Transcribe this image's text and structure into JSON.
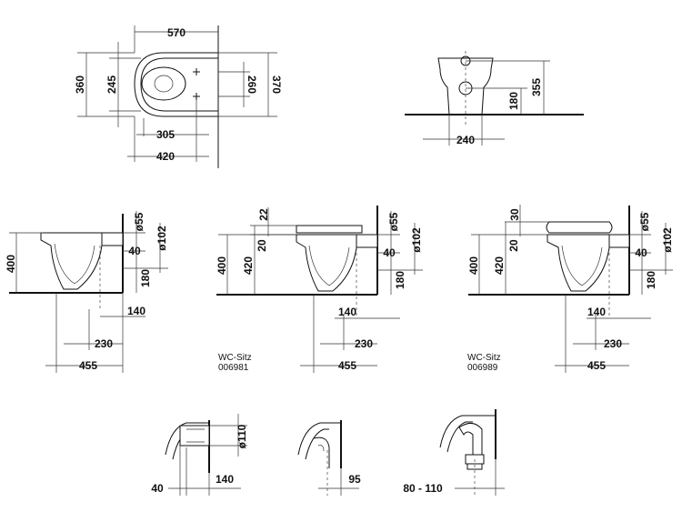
{
  "plan_view": {
    "d570": "570",
    "d360": "360",
    "d245": "245",
    "d260": "260",
    "d370": "370",
    "d305": "305",
    "d420": "420"
  },
  "front_view": {
    "d355": "355",
    "d180": "180",
    "d240": "240"
  },
  "side_view_1": {
    "d400": "400",
    "d55": "ø55",
    "d102": "ø102",
    "d40": "40",
    "d180": "180",
    "d140": "140",
    "d230": "230",
    "d455": "455"
  },
  "side_view_2": {
    "d22": "22",
    "d20": "20",
    "d420": "420",
    "d400": "400",
    "d55": "ø55",
    "d102": "ø102",
    "d40": "40",
    "d180": "180",
    "d140": "140",
    "d230": "230",
    "d455": "455",
    "seat_label": "WC-Sitz",
    "seat_code": "006981"
  },
  "side_view_3": {
    "d30": "30",
    "d20": "20",
    "d420": "420",
    "d400": "400",
    "d55": "ø55",
    "d102": "ø102",
    "d40": "40",
    "d180": "180",
    "d140": "140",
    "d230": "230",
    "d455": "455",
    "seat_label": "WC-Sitz",
    "seat_code": "006989"
  },
  "detail_1": {
    "d110": "ø110",
    "d40": "40",
    "d140": "140"
  },
  "detail_2": {
    "d95": "95"
  },
  "detail_3": {
    "d80_110": "80 - 110"
  }
}
